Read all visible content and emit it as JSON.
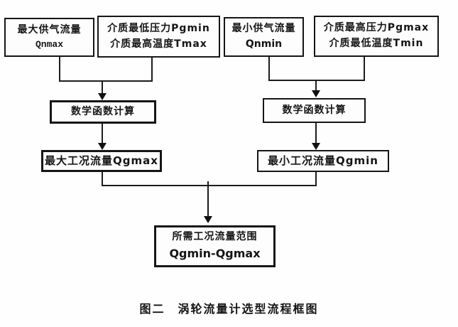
{
  "figure": {
    "caption": "图二　涡轮流量计选型流程框图"
  },
  "flowchart": {
    "left_branch": {
      "input_flow": {
        "line1": "最大供气流量",
        "line2": "Qnmax"
      },
      "input_conditions": {
        "line1": "介质最低压力Pgmin",
        "line2": "介质最高温度Tmax"
      },
      "process": "数学函数计算",
      "output": "最大工况流量Qgmax"
    },
    "right_branch": {
      "input_flow": {
        "line1": "最小供气流量",
        "line2": "Qnmin"
      },
      "input_conditions": {
        "line1": "介质最高压力Pgmax",
        "line2": "介质最低温度Tmin"
      },
      "process": "数学函数计算",
      "output": "最小工况流量Qgmin"
    },
    "result": {
      "line1": "所需工况流量范围",
      "line2": "Qgmin-Qgmax"
    }
  },
  "colors": {
    "ink": "#111111",
    "background": "#ffffff"
  }
}
